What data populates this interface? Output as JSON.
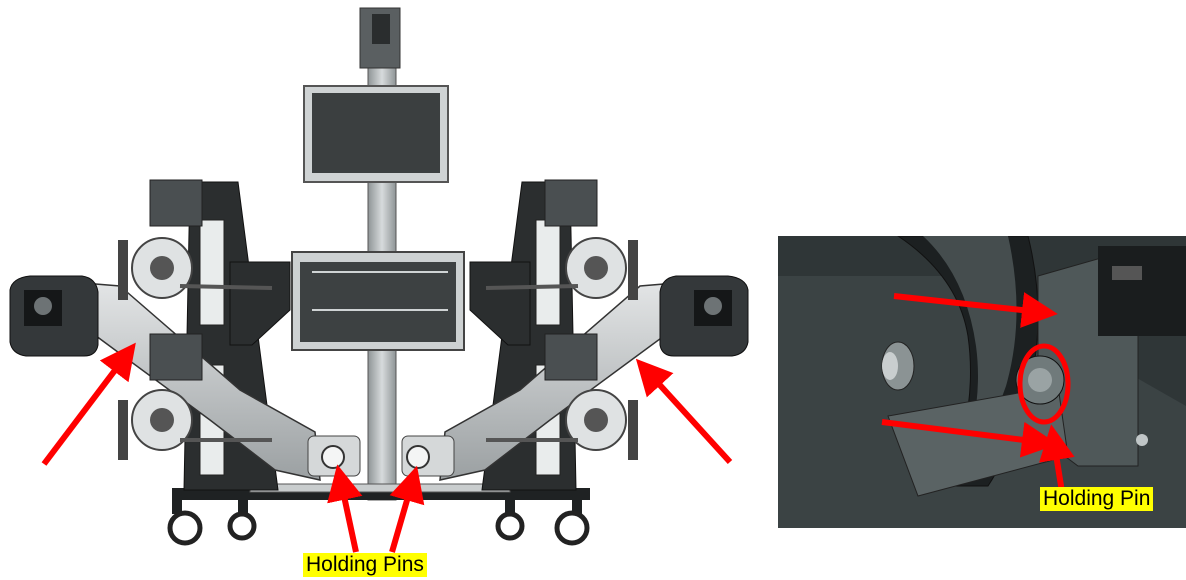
{
  "labels": {
    "holding_pins": "Holding Pins",
    "holding_pin": "Holding Pin"
  },
  "colors": {
    "arrow": "#ff0000",
    "label_bg": "#ffff00",
    "inset_bg": "#2f3637"
  },
  "icons": [
    "alignment-machine-illustration",
    "holding-pin-closeup-photo",
    "red-arrow",
    "red-circle-highlight"
  ]
}
